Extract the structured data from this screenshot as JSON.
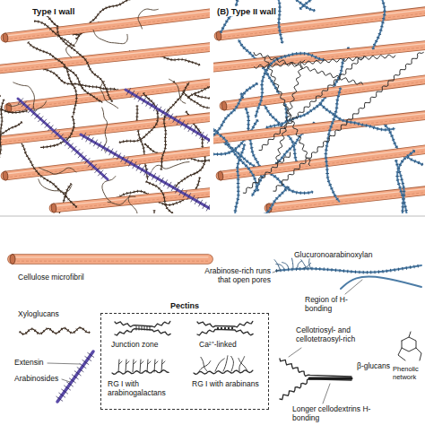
{
  "diagram": {
    "nodes": [
      {
        "text": [
          "Type I wall"
        ]
      },
      {
        "text": [
          "(B) Type II wall"
        ]
      },
      {
        "text": [
          "Pectins"
        ]
      }
    ],
    "labels": [
      "Cellulose microfibril",
      "Glucuronoarabinoxylan",
      "Arabinose-rich runs that open pores",
      "Region of H-bonding",
      "Xyloglucans",
      "Junction zone",
      "Ca²⁺-linked",
      "RG I with arabinogalactans",
      "RG I with arabinans",
      "Extensin",
      "Arabinosides",
      "Cellotriosyl- and cellotetraosyl-rich",
      "β-glucans",
      "Longer cellodextrins H-bonding",
      "Phenolic network"
    ]
  }
}
